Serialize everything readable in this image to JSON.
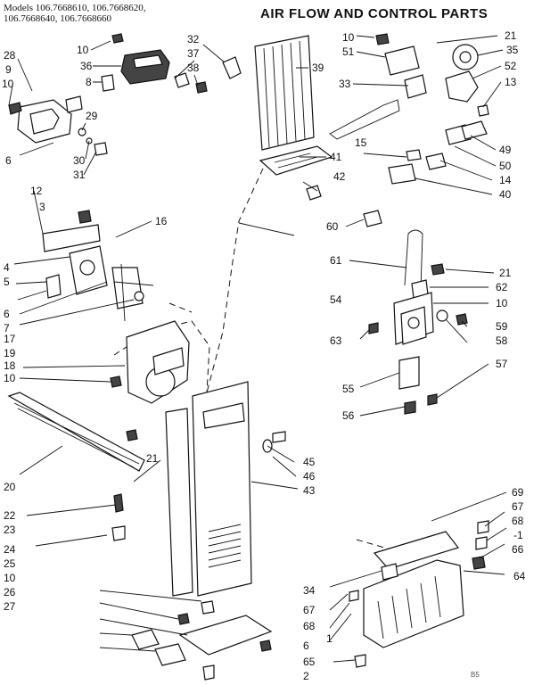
{
  "header": {
    "models_line1": "Models 106.7668610, 106.7668620,",
    "models_line2": "106.7668640, 106.7668660",
    "title": "AIR FLOW AND CONTROL PARTS",
    "page_code": "B5"
  },
  "part_numbers": {
    "left": [
      "28",
      "9",
      "10",
      "6",
      "12",
      "3",
      "4",
      "5",
      "6",
      "7",
      "17",
      "19",
      "18",
      "10",
      "20",
      "22",
      "23",
      "24",
      "25",
      "10",
      "26",
      "27"
    ],
    "top_center": [
      "10",
      "36",
      "8",
      "29",
      "30",
      "31",
      "32",
      "37",
      "38",
      "39",
      "16",
      "41",
      "42"
    ],
    "middle": [
      "15",
      "21",
      "45",
      "46",
      "43",
      "34",
      "67",
      "68",
      "1",
      "6",
      "65",
      "2"
    ],
    "right": [
      "10",
      "51",
      "33",
      "21",
      "35",
      "52",
      "13",
      "49",
      "50",
      "14",
      "40",
      "60",
      "61",
      "21",
      "62",
      "10",
      "54",
      "59",
      "58",
      "63",
      "57",
      "55",
      "56",
      "69",
      "67",
      "68",
      "-1",
      "66",
      "64"
    ]
  }
}
